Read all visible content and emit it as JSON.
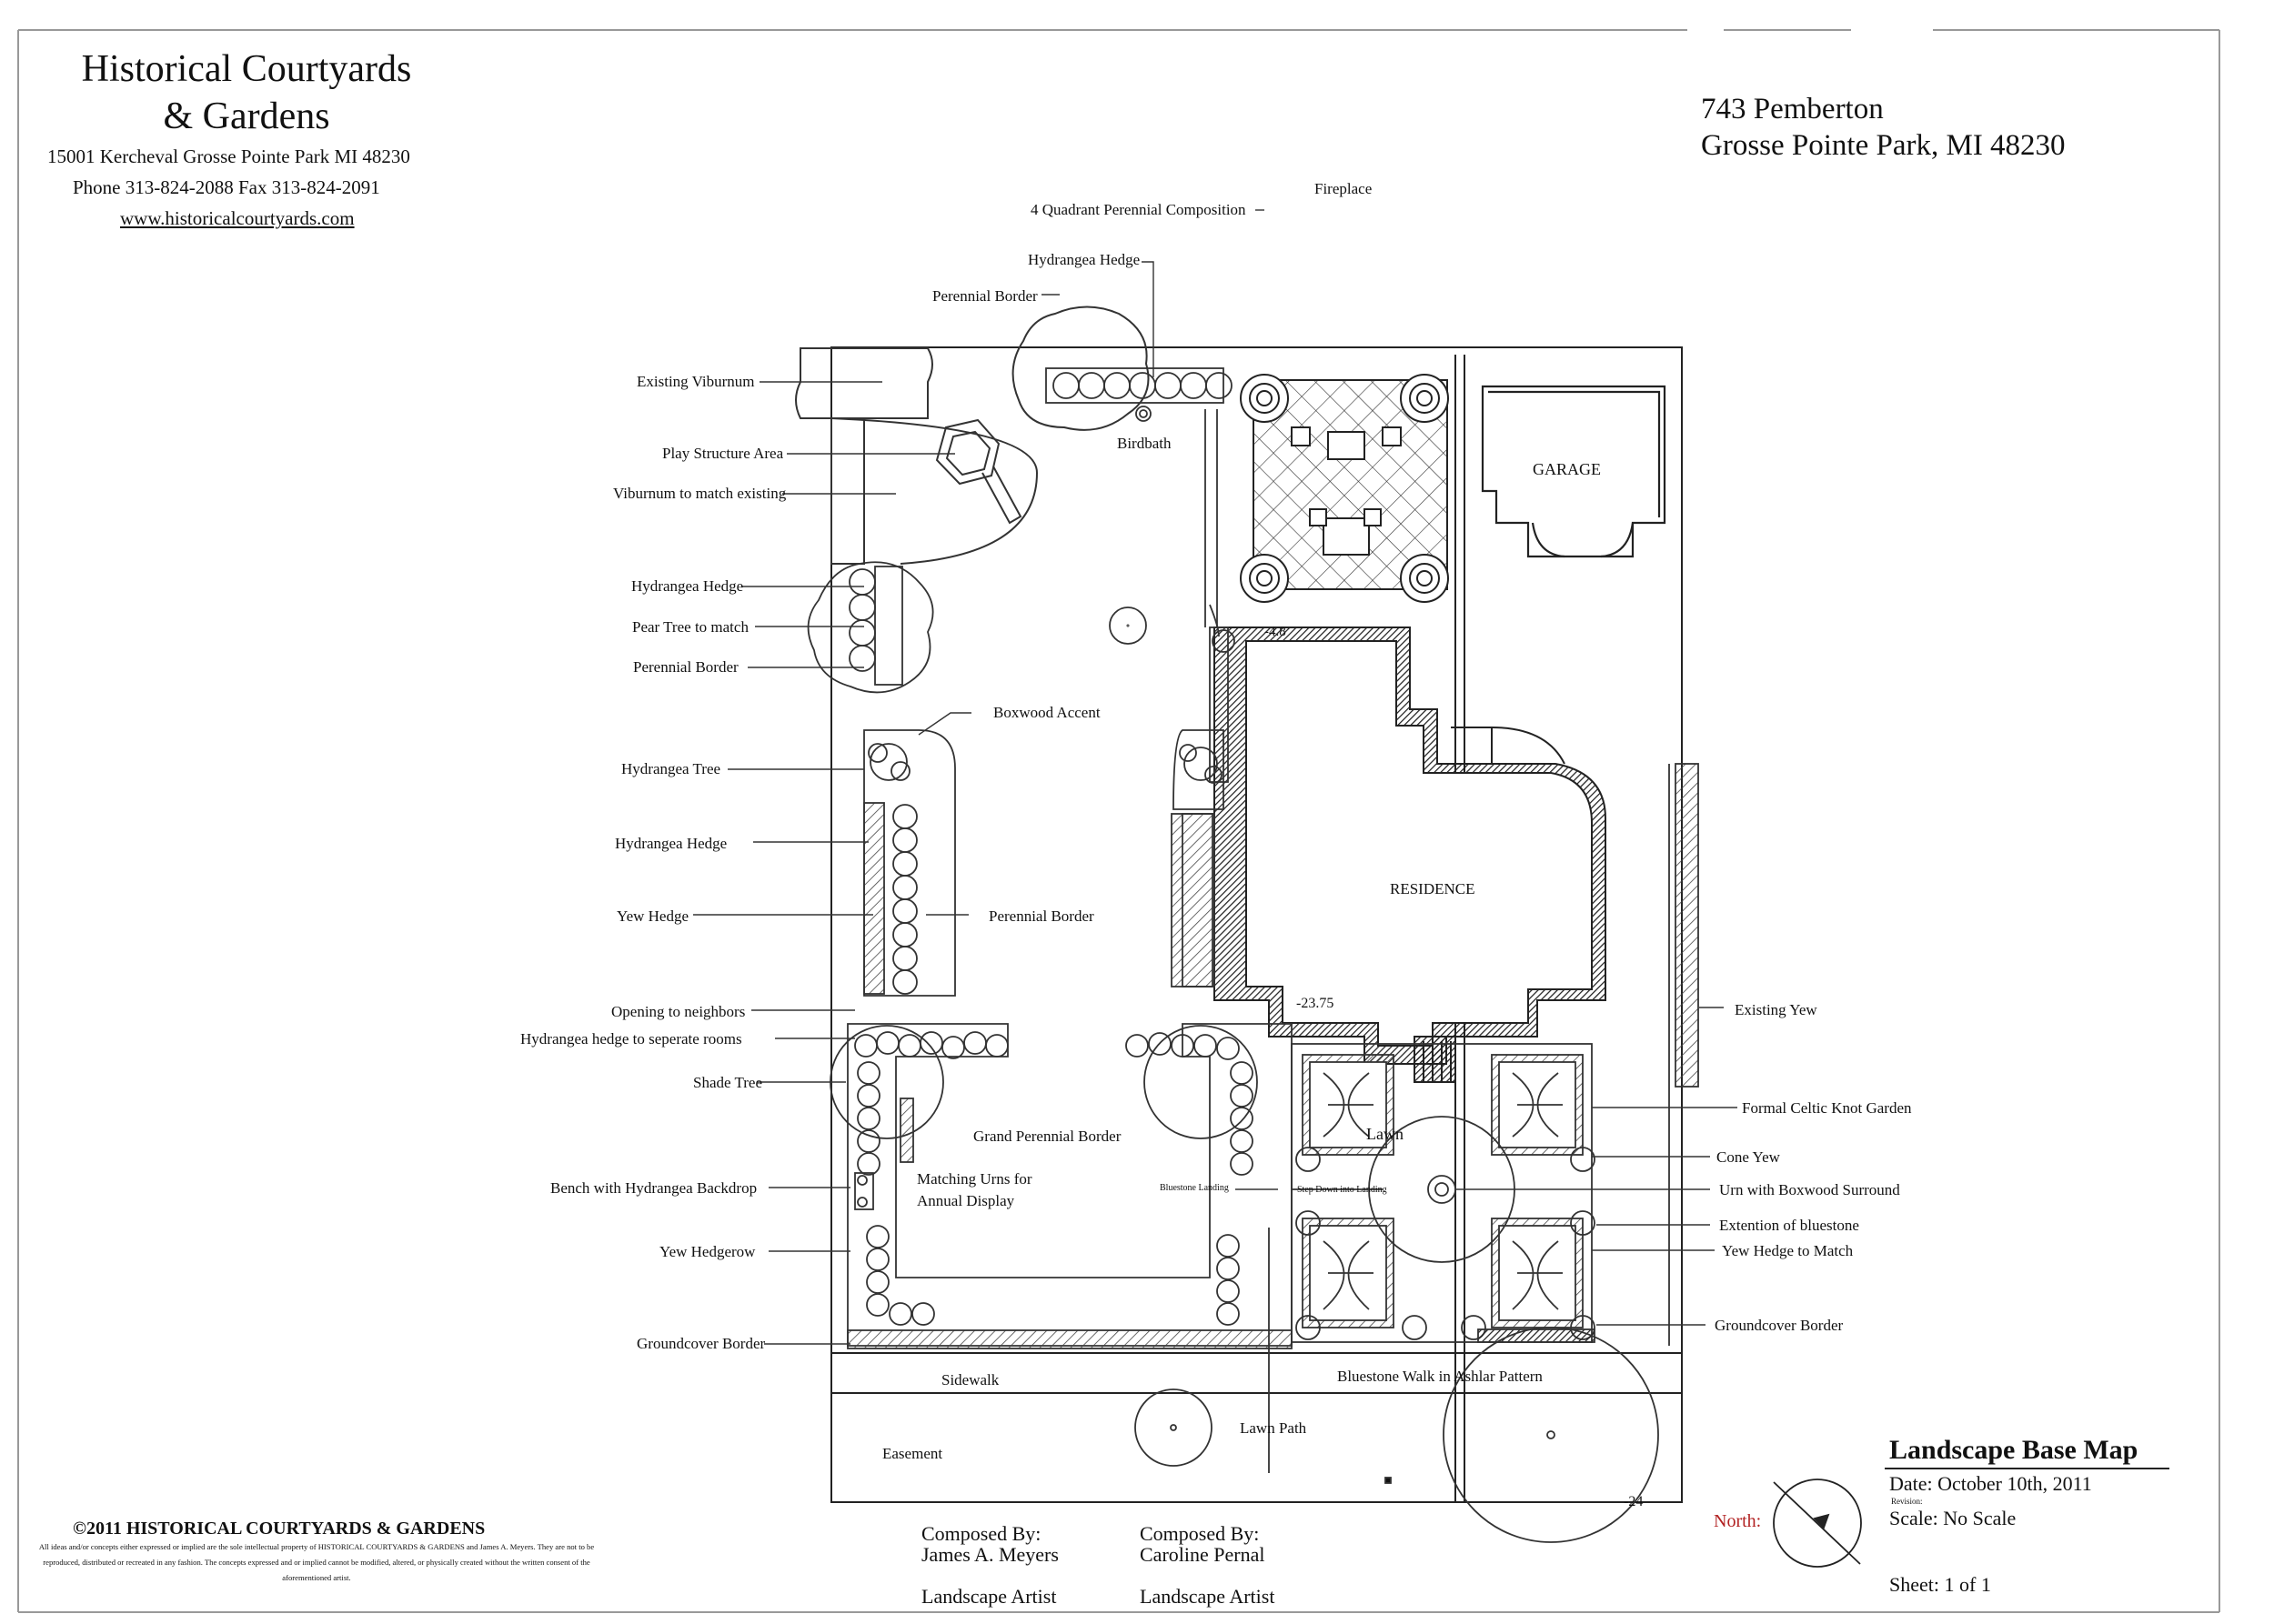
{
  "firm": {
    "name_line1": "Historical Courtyards",
    "name_line2": "& Gardens",
    "address": "15001 Kercheval   Grosse Pointe Park MI 48230",
    "phone_fax": "Phone 313-824-2088    Fax  313-824-2091",
    "website": "www.historicalcourtyards.com"
  },
  "property": {
    "street": "743 Pemberton",
    "city": "Grosse Pointe Park, MI 48230"
  },
  "plan_labels": {
    "fireplace": "Fireplace",
    "quadrant": "4 Quadrant Perennial Composition",
    "hydrangea_hedge_top": "Hydrangea Hedge",
    "perennial_border_top": "Perennial Border",
    "existing_viburnum": "Existing Viburnum",
    "birdbath": "Birdbath",
    "play_structure": "Play Structure Area",
    "viburnum_match": "Viburnum to match existing",
    "garage": "GARAGE",
    "hydrangea_hedge_2": "Hydrangea Hedge",
    "pear_tree": "Pear Tree to match",
    "perennial_border_2": "Perennial Border",
    "boxwood_accent": "Boxwood Accent",
    "hydrangea_tree": "Hydrangea Tree",
    "hydrangea_hedge_3": "Hydrangea Hedge",
    "yew_hedge": "Yew Hedge",
    "perennial_border_3": "Perennial Border",
    "residence": "RESIDENCE",
    "elev_48": "-4.8",
    "elev_2375": "-23.75",
    "elev_24": "-24",
    "existing_yew": "Existing Yew",
    "opening_neighbors": "Opening to neighbors",
    "hydrangea_hedge_rooms": "Hydrangea hedge to seperate rooms",
    "shade_tree": "Shade Tree",
    "grand_perennial": "Grand Perennial Border",
    "formal_celtic": "Formal Celtic Knot Garden",
    "lawn": "Lawn",
    "cone_yew": "Cone Yew",
    "bench": "Bench with Hydrangea Backdrop",
    "urns_line1": "Matching Urns for",
    "urns_line2": "Annual Display",
    "bluestone_landing": "Bluestone Landing",
    "step_down": "Step Down into Landing",
    "urn_boxwood": "Urn with Boxwood Surround",
    "extention": "Extention of bluestone",
    "yew_hedge_match": "Yew Hedge to Match",
    "yew_hedgerow": "Yew Hedgerow",
    "groundcover_left": "Groundcover Border",
    "groundcover_right": "Groundcover Border",
    "sidewalk": "Sidewalk",
    "bluestone_walk": "Bluestone Walk in Ashlar Pattern",
    "lawn_path": "Lawn Path",
    "easement": "Easement",
    "north": "North:"
  },
  "title_block": {
    "title": "Landscape Base Map",
    "date": "Date: October 10th, 2011",
    "revision": "Revision:",
    "scale": "Scale: No Scale",
    "sheet": "Sheet: 1 of 1"
  },
  "credits": {
    "composed1_label": "Composed By:",
    "composed1_name": "James A. Meyers",
    "composed1_role": "Landscape Artist",
    "composed2_label": "Composed By:",
    "composed2_name": "Caroline Pernal",
    "composed2_role": "Landscape Artist"
  },
  "copyright": {
    "line": "©2011 HISTORICAL COURTYARDS & GARDENS",
    "disclaimer": "All ideas and/or concepts either expressed or implied are the sole intellectual property of HISTORICAL COURTYARDS & GARDENS and James A. Meyers.  They are not to be reproduced, distributed or recreated in any fashion.  The concepts expressed and or implied cannot be modified, altered, or physically created without the written consent of the aforementioned artist."
  },
  "colors": {
    "ink": "#111111",
    "north_label": "#b22222",
    "website_link": "#1a237e"
  }
}
